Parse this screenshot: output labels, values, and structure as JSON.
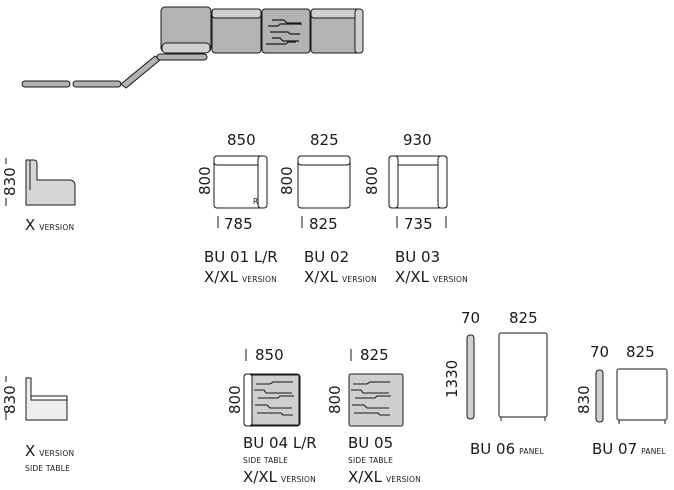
{
  "overview": {
    "description_icon": "sofa-composition-plan-icon"
  },
  "side_views": {
    "x_version": {
      "height": "830",
      "label": "X",
      "suffix": "VERSION"
    },
    "x_version_side_table": {
      "height": "830",
      "label": "X",
      "suffix": "VERSION",
      "extra": "SIDE TABLE"
    }
  },
  "modules": [
    {
      "id": "BU 01 L/R",
      "top_width": "850",
      "depth": "800",
      "bottom_width": "785",
      "line2": "X/XL",
      "line2_suffix": "VERSION",
      "marker": "R"
    },
    {
      "id": "BU 02",
      "top_width": "825",
      "depth": "800",
      "bottom_width": "825",
      "line2": "X/XL",
      "line2_suffix": "VERSION"
    },
    {
      "id": "BU 03",
      "top_width": "930",
      "depth": "800",
      "bottom_width": "735",
      "line2": "X/XL",
      "line2_suffix": "VERSION"
    },
    {
      "id": "BU 04 L/R",
      "sub": "SIDE TABLE",
      "top_width": "850",
      "depth": "800",
      "line2": "X/XL",
      "line2_suffix": "VERSION"
    },
    {
      "id": "BU 05",
      "sub": "SIDE TABLE",
      "top_width": "825",
      "depth": "800",
      "line2": "X/XL",
      "line2_suffix": "VERSION"
    },
    {
      "id": "BU 06",
      "id_suffix": "PANEL",
      "thickness": "70",
      "width": "825",
      "height": "1330"
    },
    {
      "id": "BU 07",
      "id_suffix": "PANEL",
      "thickness": "70",
      "width": "825",
      "height": "830"
    }
  ],
  "colors": {
    "line": "#1a1a1a",
    "fill": "#e6e6e6",
    "dark_fill": "#bdbdbd",
    "overview_fill": "#b3b3b3"
  }
}
